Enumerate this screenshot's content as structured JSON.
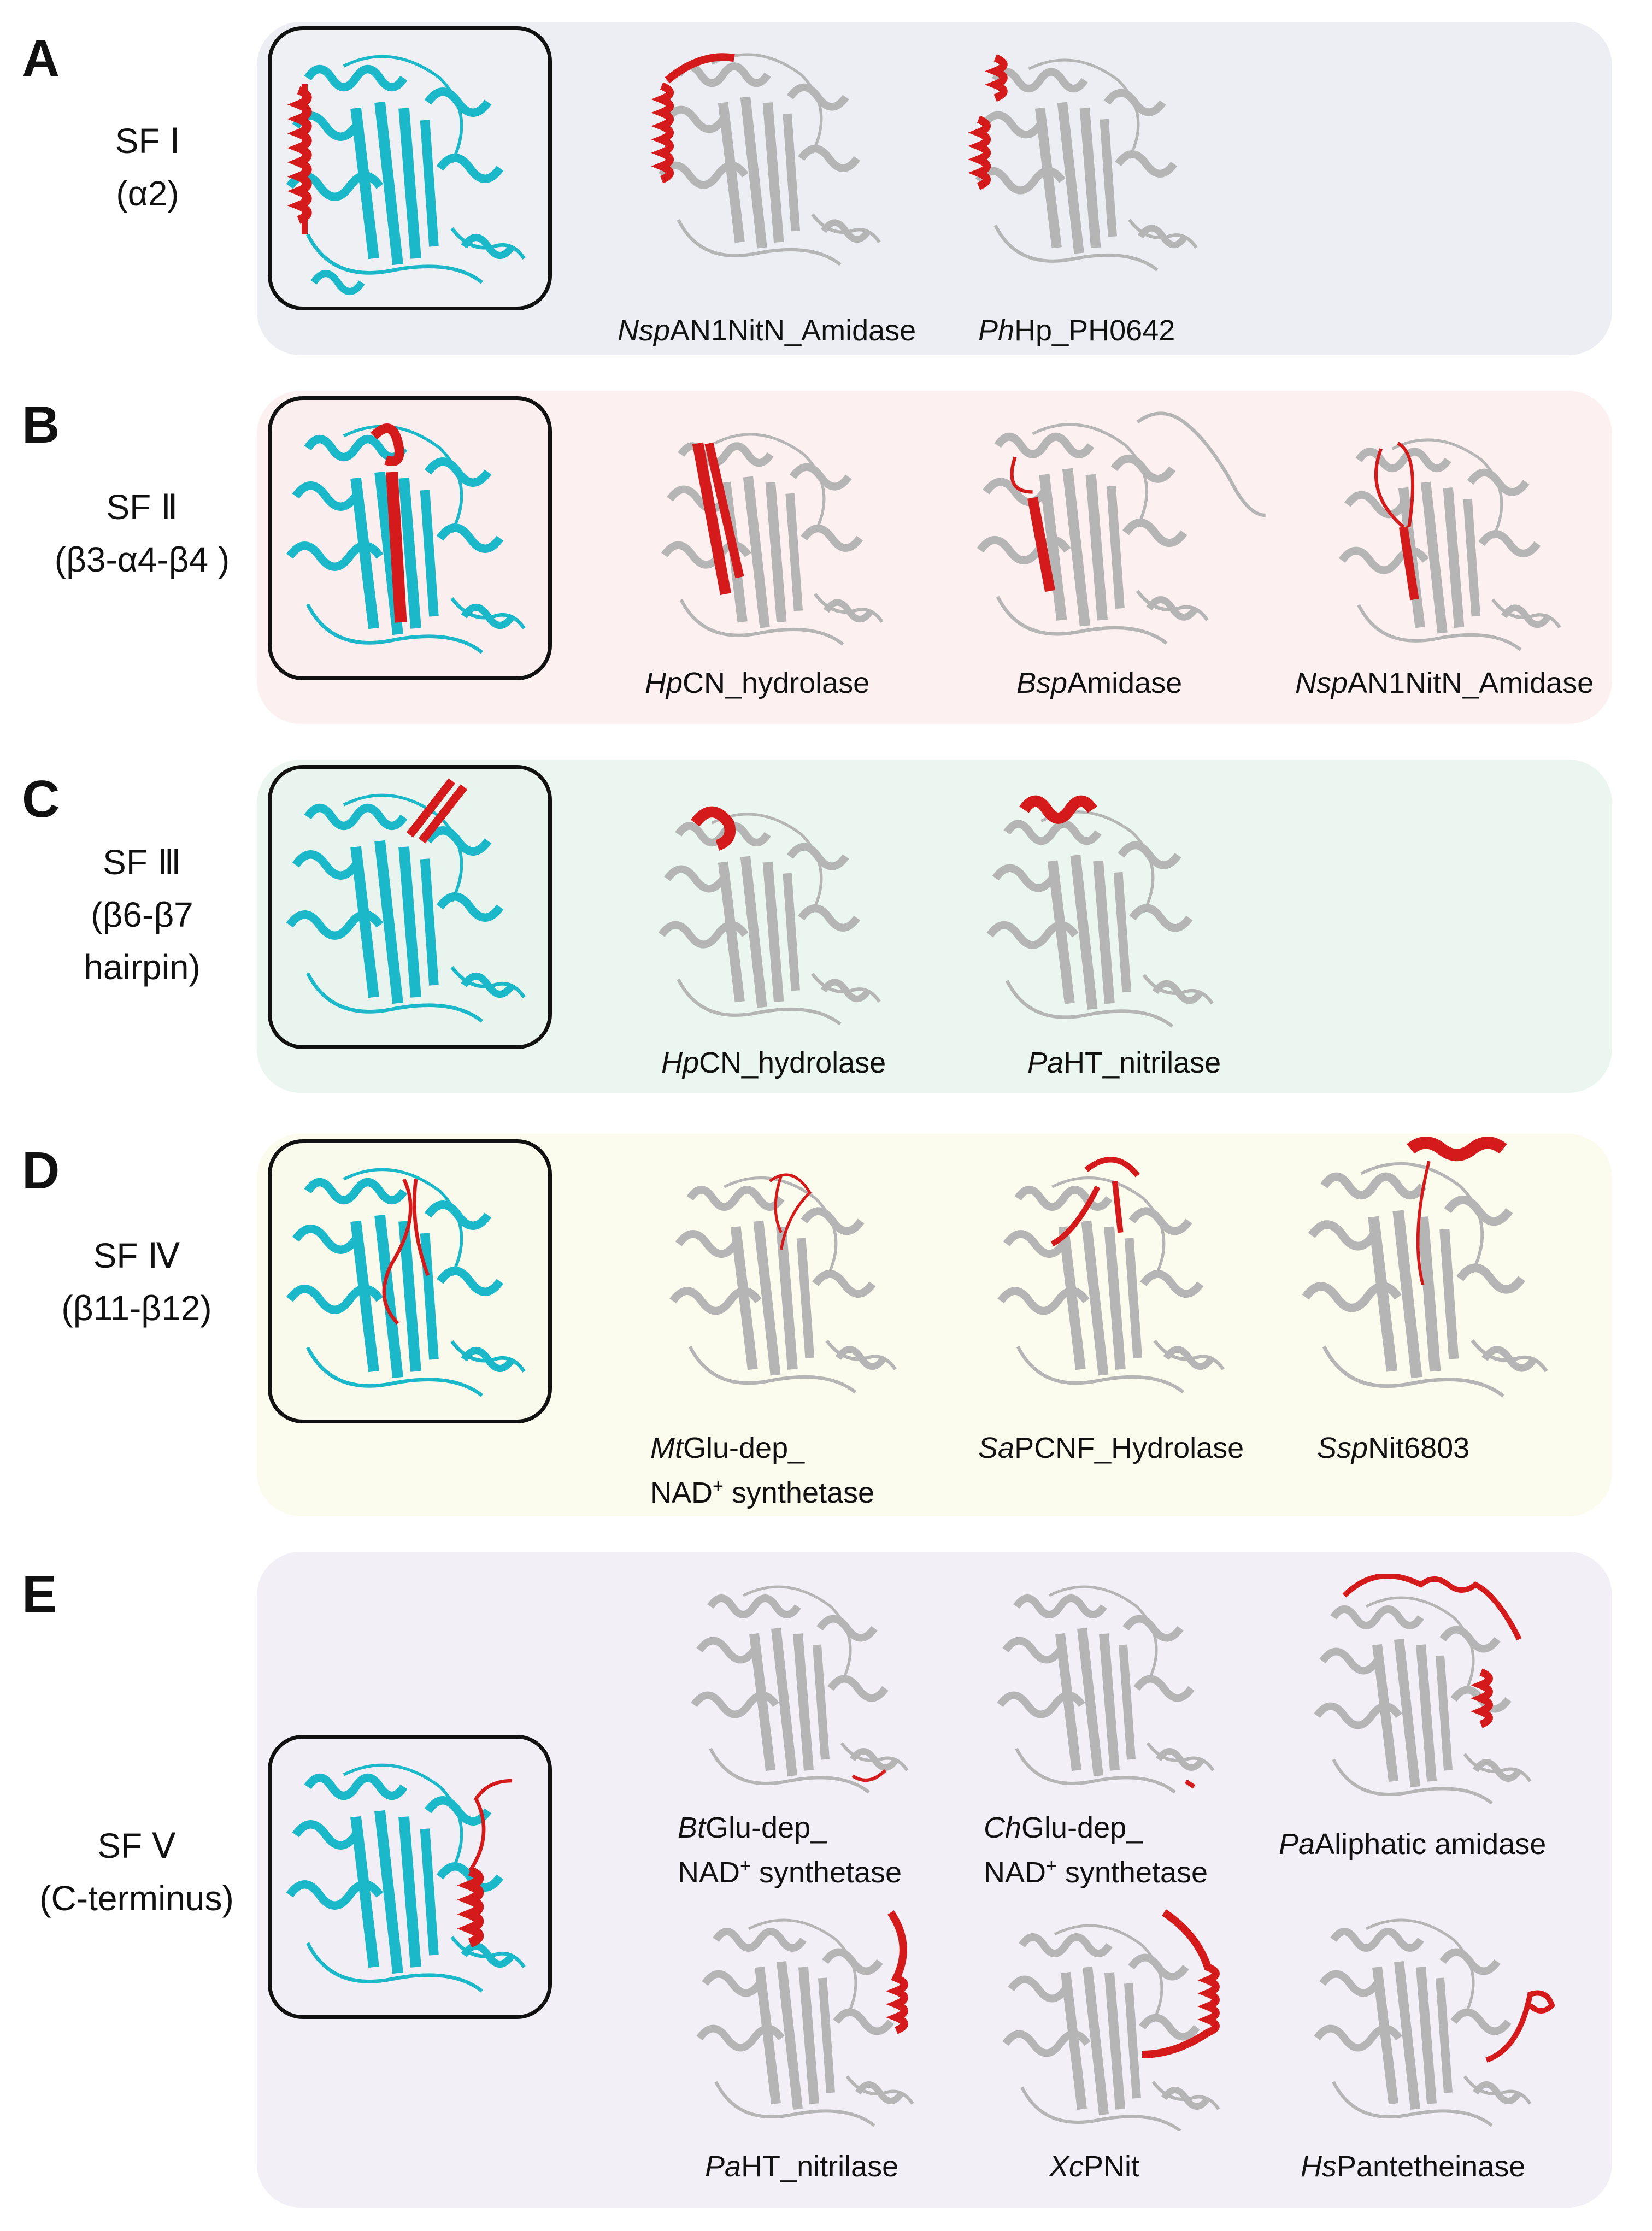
{
  "panels": {
    "A": {
      "letter": "A",
      "sf": "SF Ⅰ",
      "region": "(α2)",
      "proteins": [
        {
          "italic": "Nsp",
          "rest": "AN1NitN_Amidase"
        },
        {
          "italic": "Ph",
          "rest": "Hp_PH0642"
        }
      ]
    },
    "B": {
      "letter": "B",
      "sf": "SF Ⅱ",
      "region": "(β3-α4-β4 )",
      "proteins": [
        {
          "italic": "Hp",
          "rest": "CN_hydrolase"
        },
        {
          "italic": "Bsp",
          "rest": "Amidase"
        },
        {
          "italic": "Nsp",
          "rest": "AN1NitN_Amidase"
        }
      ]
    },
    "C": {
      "letter": "C",
      "sf": "SF Ⅲ",
      "region1": "(β6-β7",
      "region2": "hairpin)",
      "proteins": [
        {
          "italic": "Hp",
          "rest": "CN_hydrolase"
        },
        {
          "italic": "Pa",
          "rest": "HT_nitrilase"
        }
      ]
    },
    "D": {
      "letter": "D",
      "sf": "SF Ⅳ",
      "region": "(β11-β12)",
      "proteins": [
        {
          "italic": "Mt",
          "rest": "Glu-dep_",
          "line2a": "NAD",
          "sup": "+",
          "line2b": " synthetase"
        },
        {
          "italic": "Sa",
          "rest": "PCNF_Hydrolase"
        },
        {
          "italic": "Ssp",
          "rest": "Nit6803"
        }
      ]
    },
    "E": {
      "letter": "E",
      "sf": "SF Ⅴ",
      "region": "(C-terminus)",
      "proteins": [
        {
          "italic": "Bt",
          "rest": "Glu-dep_",
          "line2a": "NAD",
          "sup": "+",
          "line2b": " synthetase"
        },
        {
          "italic": "Ch",
          "rest": "Glu-dep_",
          "line2a": "NAD",
          "sup": "+",
          "line2b": " synthetase"
        },
        {
          "italic": "Pa",
          "rest": "Aliphatic amidase"
        },
        {
          "italic": "Pa",
          "rest": "HT_nitrilase"
        },
        {
          "italic": "Xc",
          "rest": "PNit"
        },
        {
          "italic": "Hs",
          "rest": "Pantetheinase"
        }
      ]
    }
  },
  "colors": {
    "reference": "#1ab8c8",
    "highlight": "#d41a1a",
    "protein": "#b5b5b5",
    "panelA": "#eceef3",
    "panelB": "#fcf0f0",
    "panelC": "#eaf6ef",
    "panelD": "#fbfbee",
    "panelE": "#f2eff7"
  }
}
